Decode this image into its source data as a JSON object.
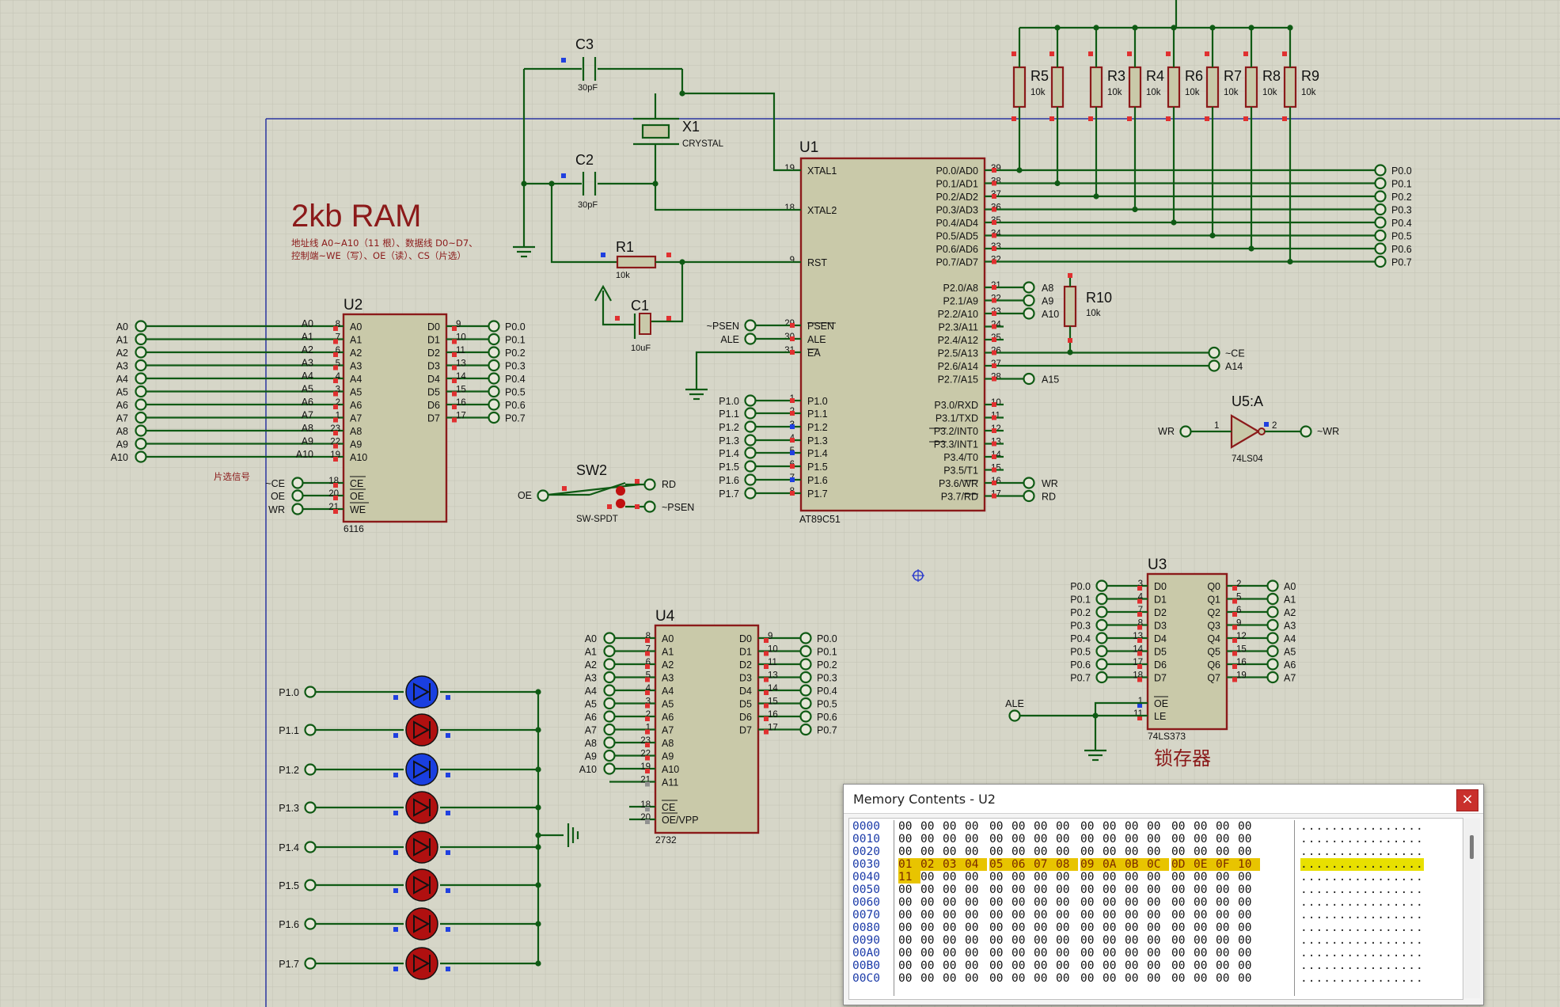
{
  "schematic": {
    "title": "2kb RAM",
    "note_line1": "地址线 A0~A10（11 根）、数据线 D0~D7、",
    "note_line2": "控制端~WE（写）、OE（读）、CS（片选）",
    "chip_select_note": "片选信号",
    "latch_label": "锁存器",
    "u1": {
      "ref": "U1",
      "part": "AT89C51",
      "left_pins": [
        {
          "num": "19",
          "name": "XTAL1"
        },
        {
          "num": "18",
          "name": "XTAL2"
        },
        {
          "num": "9",
          "name": "RST"
        },
        {
          "num": "29",
          "name": "PSEN"
        },
        {
          "num": "30",
          "name": "ALE"
        },
        {
          "num": "31",
          "name": "EA"
        },
        {
          "num": "1",
          "name": "P1.0"
        },
        {
          "num": "2",
          "name": "P1.1"
        },
        {
          "num": "3",
          "name": "P1.2"
        },
        {
          "num": "4",
          "name": "P1.3"
        },
        {
          "num": "5",
          "name": "P1.4"
        },
        {
          "num": "6",
          "name": "P1.5"
        },
        {
          "num": "7",
          "name": "P1.6"
        },
        {
          "num": "8",
          "name": "P1.7"
        }
      ],
      "right_pins": [
        {
          "num": "39",
          "name": "P0.0/AD0"
        },
        {
          "num": "38",
          "name": "P0.1/AD1"
        },
        {
          "num": "37",
          "name": "P0.2/AD2"
        },
        {
          "num": "36",
          "name": "P0.3/AD3"
        },
        {
          "num": "35",
          "name": "P0.4/AD4"
        },
        {
          "num": "34",
          "name": "P0.5/AD5"
        },
        {
          "num": "33",
          "name": "P0.6/AD6"
        },
        {
          "num": "32",
          "name": "P0.7/AD7"
        },
        {
          "num": "21",
          "name": "P2.0/A8"
        },
        {
          "num": "22",
          "name": "P2.1/A9"
        },
        {
          "num": "23",
          "name": "P2.2/A10"
        },
        {
          "num": "24",
          "name": "P2.3/A11"
        },
        {
          "num": "25",
          "name": "P2.4/A12"
        },
        {
          "num": "26",
          "name": "P2.5/A13"
        },
        {
          "num": "27",
          "name": "P2.6/A14"
        },
        {
          "num": "28",
          "name": "P2.7/A15"
        },
        {
          "num": "10",
          "name": "P3.0/RXD"
        },
        {
          "num": "11",
          "name": "P3.1/TXD"
        },
        {
          "num": "12",
          "name": "P3.2/INT0"
        },
        {
          "num": "13",
          "name": "P3.3/INT1"
        },
        {
          "num": "14",
          "name": "P3.4/T0"
        },
        {
          "num": "15",
          "name": "P3.5/T1"
        },
        {
          "num": "16",
          "name": "P3.6/WR"
        },
        {
          "num": "17",
          "name": "P3.7/RD"
        }
      ]
    },
    "u1_left_terms": [
      "~PSEN",
      "ALE",
      "P1.0",
      "P1.1",
      "P1.2",
      "P1.3",
      "P1.4",
      "P1.5",
      "P1.6",
      "P1.7"
    ],
    "u1_right_terms_p0": [
      "P0.0",
      "P0.1",
      "P0.2",
      "P0.3",
      "P0.4",
      "P0.5",
      "P0.6",
      "P0.7"
    ],
    "u1_right_terms_p2": [
      "A8",
      "A9",
      "A10",
      "~CE",
      "A14",
      "A15"
    ],
    "u1_right_terms_p3": [
      "WR",
      "RD"
    ],
    "u2": {
      "ref": "U2",
      "part": "6116",
      "addr_nums": [
        "8",
        "7",
        "6",
        "5",
        "4",
        "3",
        "2",
        "1",
        "23",
        "22",
        "19"
      ],
      "addr_pins": [
        "A0",
        "A1",
        "A2",
        "A3",
        "A4",
        "A5",
        "A6",
        "A7",
        "A8",
        "A9",
        "A10"
      ],
      "data_nums": [
        "9",
        "10",
        "11",
        "13",
        "14",
        "15",
        "16",
        "17"
      ],
      "data_pins": [
        "D0",
        "D1",
        "D2",
        "D3",
        "D4",
        "D5",
        "D6",
        "D7"
      ],
      "ctrl_nums": [
        "18",
        "20",
        "21"
      ],
      "ctrl_pins": [
        "CE",
        "OE",
        "WE"
      ],
      "ctrl_terms": [
        "~CE",
        "OE",
        "WR"
      ]
    },
    "u4": {
      "ref": "U4",
      "part": "2732",
      "addr_nums": [
        "8",
        "7",
        "6",
        "5",
        "4",
        "3",
        "2",
        "1",
        "23",
        "22",
        "19",
        "21"
      ],
      "addr_pins": [
        "A0",
        "A1",
        "A2",
        "A3",
        "A4",
        "A5",
        "A6",
        "A7",
        "A8",
        "A9",
        "A10",
        "A11"
      ],
      "data_nums": [
        "9",
        "10",
        "11",
        "13",
        "14",
        "15",
        "16",
        "17"
      ],
      "data_pins": [
        "D0",
        "D1",
        "D2",
        "D3",
        "D4",
        "D5",
        "D6",
        "D7"
      ],
      "ctrl_nums": [
        "18",
        "20"
      ],
      "ctrl_pins": [
        "CE",
        "OE/VPP"
      ]
    },
    "u3": {
      "ref": "U3",
      "part": "74LS373",
      "in_nums": [
        "3",
        "4",
        "7",
        "8",
        "13",
        "14",
        "17",
        "18"
      ],
      "in_pins": [
        "D0",
        "D1",
        "D2",
        "D3",
        "D4",
        "D5",
        "D6",
        "D7"
      ],
      "out_nums": [
        "2",
        "5",
        "6",
        "9",
        "12",
        "15",
        "16",
        "19"
      ],
      "out_pins": [
        "Q0",
        "Q1",
        "Q2",
        "Q3",
        "Q4",
        "Q5",
        "Q6",
        "Q7"
      ],
      "ctrl_nums": [
        "1",
        "11"
      ],
      "ctrl_pins": [
        "OE",
        "LE"
      ],
      "ale_term": "ALE"
    },
    "u5": {
      "ref": "U5:A",
      "part": "74LS04",
      "in_pin": "1",
      "out_pin": "2",
      "in_term": "WR",
      "out_term": "~WR"
    },
    "addr_terms": [
      "A0",
      "A1",
      "A2",
      "A3",
      "A4",
      "A5",
      "A6",
      "A7",
      "A8",
      "A9",
      "A10"
    ],
    "data_terms": [
      "P0.0",
      "P0.1",
      "P0.2",
      "P0.3",
      "P0.4",
      "P0.5",
      "P0.6",
      "P0.7"
    ],
    "a_terms": [
      "A0",
      "A1",
      "A2",
      "A3",
      "A4",
      "A5",
      "A6",
      "A7"
    ],
    "c3": {
      "ref": "C3",
      "value": "30pF"
    },
    "c2": {
      "ref": "C2",
      "value": "30pF"
    },
    "c1": {
      "ref": "C1",
      "value": "10uF"
    },
    "r1": {
      "ref": "R1",
      "value": "10k"
    },
    "r10": {
      "ref": "R10",
      "value": "10k"
    },
    "x1": {
      "ref": "X1",
      "value": "CRYSTAL"
    },
    "sw2": {
      "ref": "SW2",
      "part": "SW-SPDT",
      "in_term": "OE",
      "out1": "RD",
      "out2": "~PSEN"
    },
    "pullups": [
      {
        "ref": "R5",
        "value": "10k"
      },
      {
        "ref": "R3",
        "value": "10k"
      },
      {
        "ref": "R4",
        "value": "10k"
      },
      {
        "ref": "R6",
        "value": "10k"
      },
      {
        "ref": "R7",
        "value": "10k"
      },
      {
        "ref": "R8",
        "value": "10k"
      },
      {
        "ref": "R9",
        "value": "10k"
      }
    ],
    "led_terms": [
      "P1.0",
      "P1.1",
      "P1.2",
      "P1.3",
      "P1.4",
      "P1.5",
      "P1.6",
      "P1.7"
    ],
    "led_states": [
      true,
      false,
      true,
      false,
      false,
      false,
      false,
      false
    ],
    "colors": {
      "wire": "#0f5a14",
      "part": "#8b1a1a",
      "fill": "#c9c9a9",
      "bg": "#d6d6c8",
      "grid": "#c5c5b5",
      "led_on": "#1a3fe0",
      "led_off": "#b01010",
      "pin_red": "#e03030",
      "pin_blue": "#2040e0"
    }
  },
  "memory_window": {
    "title": "Memory Contents - U2",
    "close_label": "×",
    "rows": [
      {
        "addr": "0000",
        "bytes": [
          "00",
          "00",
          "00",
          "00",
          "00",
          "00",
          "00",
          "00",
          "00",
          "00",
          "00",
          "00",
          "00",
          "00",
          "00",
          "00"
        ],
        "ascii": "................",
        "hl_start": -1,
        "hl_end": -1
      },
      {
        "addr": "0010",
        "bytes": [
          "00",
          "00",
          "00",
          "00",
          "00",
          "00",
          "00",
          "00",
          "00",
          "00",
          "00",
          "00",
          "00",
          "00",
          "00",
          "00"
        ],
        "ascii": "................",
        "hl_start": -1,
        "hl_end": -1
      },
      {
        "addr": "0020",
        "bytes": [
          "00",
          "00",
          "00",
          "00",
          "00",
          "00",
          "00",
          "00",
          "00",
          "00",
          "00",
          "00",
          "00",
          "00",
          "00",
          "00"
        ],
        "ascii": "................",
        "hl_start": -1,
        "hl_end": -1
      },
      {
        "addr": "0030",
        "bytes": [
          "01",
          "02",
          "03",
          "04",
          "05",
          "06",
          "07",
          "08",
          "09",
          "0A",
          "0B",
          "0C",
          "0D",
          "0E",
          "0F",
          "10"
        ],
        "ascii": "................",
        "hl_start": 0,
        "hl_end": 15
      },
      {
        "addr": "0040",
        "bytes": [
          "11",
          "00",
          "00",
          "00",
          "00",
          "00",
          "00",
          "00",
          "00",
          "00",
          "00",
          "00",
          "00",
          "00",
          "00",
          "00"
        ],
        "ascii": "................",
        "hl_start": 0,
        "hl_end": 0
      },
      {
        "addr": "0050",
        "bytes": [
          "00",
          "00",
          "00",
          "00",
          "00",
          "00",
          "00",
          "00",
          "00",
          "00",
          "00",
          "00",
          "00",
          "00",
          "00",
          "00"
        ],
        "ascii": "................",
        "hl_start": -1,
        "hl_end": -1
      },
      {
        "addr": "0060",
        "bytes": [
          "00",
          "00",
          "00",
          "00",
          "00",
          "00",
          "00",
          "00",
          "00",
          "00",
          "00",
          "00",
          "00",
          "00",
          "00",
          "00"
        ],
        "ascii": "................",
        "hl_start": -1,
        "hl_end": -1
      },
      {
        "addr": "0070",
        "bytes": [
          "00",
          "00",
          "00",
          "00",
          "00",
          "00",
          "00",
          "00",
          "00",
          "00",
          "00",
          "00",
          "00",
          "00",
          "00",
          "00"
        ],
        "ascii": "................",
        "hl_start": -1,
        "hl_end": -1
      },
      {
        "addr": "0080",
        "bytes": [
          "00",
          "00",
          "00",
          "00",
          "00",
          "00",
          "00",
          "00",
          "00",
          "00",
          "00",
          "00",
          "00",
          "00",
          "00",
          "00"
        ],
        "ascii": "................",
        "hl_start": -1,
        "hl_end": -1
      },
      {
        "addr": "0090",
        "bytes": [
          "00",
          "00",
          "00",
          "00",
          "00",
          "00",
          "00",
          "00",
          "00",
          "00",
          "00",
          "00",
          "00",
          "00",
          "00",
          "00"
        ],
        "ascii": "................",
        "hl_start": -1,
        "hl_end": -1
      },
      {
        "addr": "00A0",
        "bytes": [
          "00",
          "00",
          "00",
          "00",
          "00",
          "00",
          "00",
          "00",
          "00",
          "00",
          "00",
          "00",
          "00",
          "00",
          "00",
          "00"
        ],
        "ascii": "................",
        "hl_start": -1,
        "hl_end": -1
      },
      {
        "addr": "00B0",
        "bytes": [
          "00",
          "00",
          "00",
          "00",
          "00",
          "00",
          "00",
          "00",
          "00",
          "00",
          "00",
          "00",
          "00",
          "00",
          "00",
          "00"
        ],
        "ascii": "................",
        "hl_start": -1,
        "hl_end": -1
      },
      {
        "addr": "00C0",
        "bytes": [
          "00",
          "00",
          "00",
          "00",
          "00",
          "00",
          "00",
          "00",
          "00",
          "00",
          "00",
          "00",
          "00",
          "00",
          "00",
          "00"
        ],
        "ascii": "................",
        "hl_start": -1,
        "hl_end": -1
      }
    ]
  }
}
